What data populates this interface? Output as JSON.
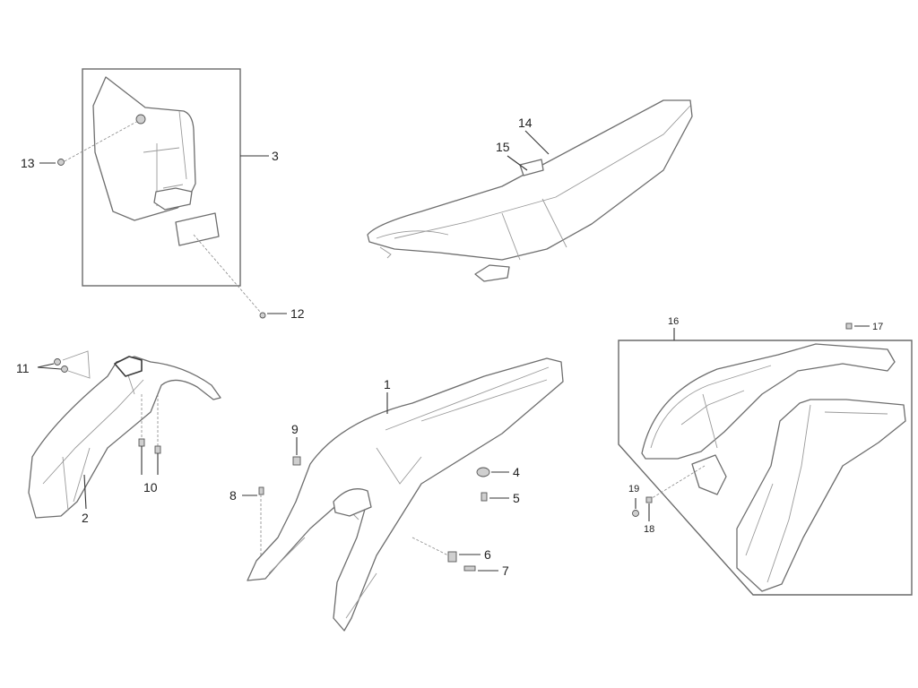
{
  "callouts": {
    "c1": "1",
    "c2": "2",
    "c3": "3",
    "c4": "4",
    "c5": "5",
    "c6": "6",
    "c7": "7",
    "c8": "8",
    "c9": "9",
    "c10": "10",
    "c11": "11",
    "c12": "12",
    "c13": "13",
    "c14": "14",
    "c15": "15",
    "c16": "16",
    "c17": "17",
    "c18": "18",
    "c19": "19"
  },
  "colors": {
    "line": "#6e6e6e",
    "text": "#222222",
    "background": "#ffffff"
  }
}
